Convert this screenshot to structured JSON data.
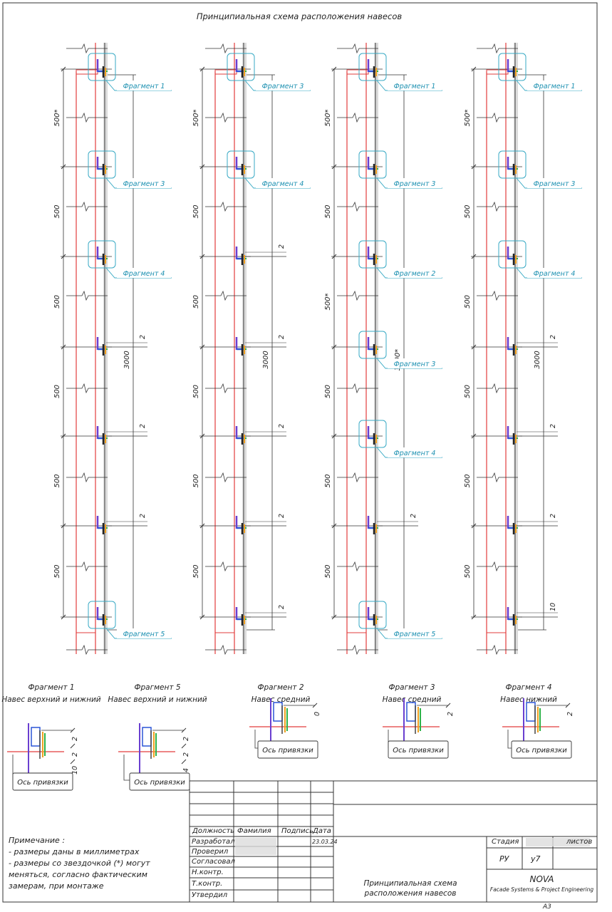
{
  "title": "Принципиальная схема расположения навесов",
  "columns": [
    {
      "dims": [
        "500*",
        "500",
        "500",
        "500",
        "500",
        "500"
      ],
      "total": "3000",
      "callouts": [
        {
          "label": "Фрагмент 1",
          "row": 0
        },
        {
          "label": "Фрагмент 3",
          "row": 1
        },
        {
          "label": "Фрагмент 4",
          "row": 2
        },
        {
          "label": "Фрагмент 5",
          "row": 6
        }
      ],
      "gaps": [
        {
          "row": 3,
          "text": "2"
        },
        {
          "row": 4,
          "text": "2"
        },
        {
          "row": 5,
          "text": "2"
        }
      ]
    },
    {
      "dims": [
        "500*",
        "500",
        "500",
        "500",
        "500",
        "500"
      ],
      "total": "3000",
      "callouts": [
        {
          "label": "Фрагмент 3",
          "row": 0
        },
        {
          "label": "Фрагмент 4",
          "row": 1
        }
      ],
      "gaps": [
        {
          "row": 2,
          "text": "2"
        },
        {
          "row": 3,
          "text": "2"
        },
        {
          "row": 4,
          "text": "2"
        },
        {
          "row": 5,
          "text": "2"
        },
        {
          "row": 6,
          "text": "2"
        }
      ]
    },
    {
      "dims": [
        "500*",
        "500",
        "500*",
        "500",
        "500",
        "500"
      ],
      "total": "3000*",
      "callouts": [
        {
          "label": "Фрагмент 1",
          "row": 0
        },
        {
          "label": "Фрагмент 3",
          "row": 1
        },
        {
          "label": "Фрагмент 2",
          "row": 2
        },
        {
          "label": "Фрагмент 3",
          "row": 3
        },
        {
          "label": "Фрагмент 4",
          "row": 4
        },
        {
          "label": "Фрагмент 5",
          "row": 6
        }
      ],
      "gaps": [
        {
          "row": 5,
          "text": "2"
        }
      ]
    },
    {
      "dims": [
        "500*",
        "500",
        "500",
        "500",
        "500",
        "500"
      ],
      "total": "3000",
      "callouts": [
        {
          "label": "Фрагмент 1",
          "row": 0
        },
        {
          "label": "Фрагмент 3",
          "row": 1
        },
        {
          "label": "Фрагмент 4",
          "row": 2
        }
      ],
      "gaps": [
        {
          "row": 3,
          "text": "2"
        },
        {
          "row": 4,
          "text": "2"
        },
        {
          "row": 5,
          "text": "2"
        },
        {
          "row": 6,
          "text": "10"
        }
      ]
    }
  ],
  "fragments": [
    {
      "name": "Фрагмент 1",
      "subtitle": "Навес верхний  и нижний",
      "dims": [
        "2",
        "2",
        "10"
      ],
      "label": "Ось привязки"
    },
    {
      "name": "Фрагмент 5",
      "subtitle": "Навес верхний  и нижний",
      "dims": [
        "2",
        "2",
        "4"
      ],
      "label": "Ось привязки"
    },
    {
      "name": "Фрагмент 2",
      "subtitle": "Навес средний",
      "dims": [
        "0"
      ],
      "label": "Ось привязки"
    },
    {
      "name": "Фрагмент 3",
      "subtitle": "Навес средний",
      "dims": [
        "2"
      ],
      "label": "Ось привязки"
    },
    {
      "name": "Фрагмент 4",
      "subtitle": "Навес нижний",
      "dims": [
        "2"
      ],
      "label": "Ось привязки"
    }
  ],
  "notes": {
    "title": "Примечание :",
    "lines": [
      "- размеры даны в миллиметрах",
      "- размеры со звездочкой (*) могут",
      "меняться, согласно фактическим",
      "замерам, при монтаже"
    ]
  },
  "title_block": {
    "headers": [
      "Должность",
      "Фамилия",
      "Подпись",
      "Дата"
    ],
    "roles": [
      "Разработал",
      "Проверил",
      "Согласовал",
      "Н.контр.",
      "Т.контр.",
      "Утвердил"
    ],
    "date": "23.03.24",
    "stage_header": "Стадия",
    "sheets_header": "листов",
    "stage": "РУ",
    "sheet": "у7",
    "drawing_title": "Принципиальная схема расположения навесов",
    "company": "NOVA",
    "company_sub": "Facade Systems & Project Engineering",
    "format": "А3"
  }
}
